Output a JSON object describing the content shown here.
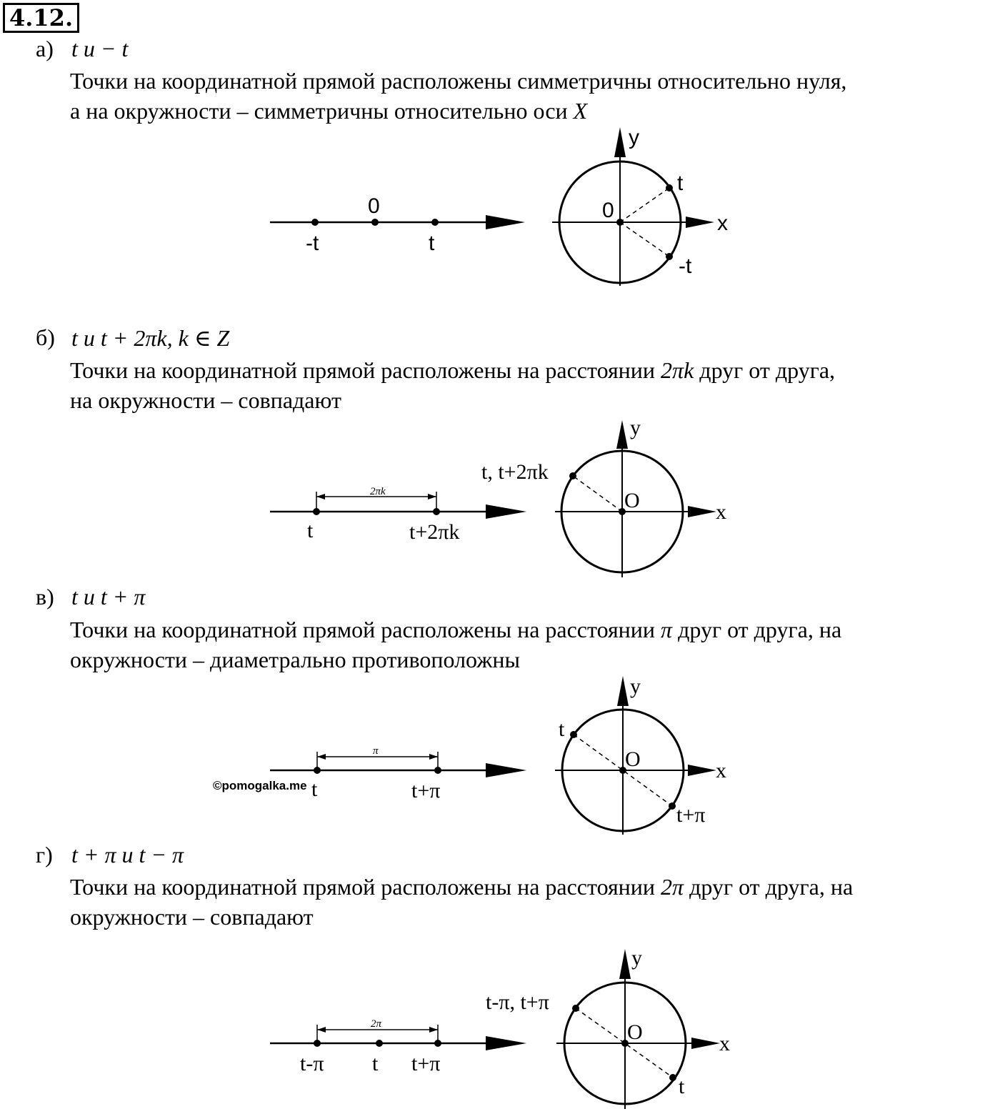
{
  "problem_number": "4.12.",
  "items": [
    {
      "label": "а)",
      "expr": "t и − t",
      "line1": "Точки на координатной прямой расположены симметричны относительно нуля,",
      "line2_pre": "а на окружности – симметричны относительно оси ",
      "line2_var": "X",
      "fig": {
        "line_labels": [
          "-t",
          "0",
          "t"
        ],
        "circle_labels": {
          "y": "y",
          "x": "x",
          "o": "0",
          "p1": "t",
          "p2": "-t"
        }
      }
    },
    {
      "label": "б)",
      "expr": "t и t + 2πk, k ∈ Z",
      "line1_pre": "Точки на координатной прямой расположены на расстоянии ",
      "line1_var": "2πk",
      "line1_post": " друг от друга,",
      "line2": "на окружности – совпадают",
      "fig": {
        "line_labels": [
          "t",
          "t+2πk"
        ],
        "dim_label": "2πk",
        "circle_labels": {
          "y": "y",
          "x": "x",
          "o": "O",
          "p1": "t, t+2πk"
        }
      }
    },
    {
      "label": "в)",
      "expr": "t и t + π",
      "line1_pre": "Точки на координатной прямой расположены на расстоянии ",
      "line1_var": "π",
      "line1_post": " друг от друга, на",
      "line2": "окружности – диаметрально противоположны",
      "fig": {
        "line_labels": [
          "t",
          "t+π"
        ],
        "dim_label": "π",
        "circle_labels": {
          "y": "y",
          "x": "x",
          "o": "O",
          "p1": "t",
          "p2": "t+π"
        }
      }
    },
    {
      "label": "г)",
      "expr": "t + π и t − π",
      "line1_pre": "Точки на координатной прямой расположены на расстоянии ",
      "line1_var": "2π",
      "line1_post": " друг от друга, на",
      "line2": "окружности – совпадают",
      "fig": {
        "line_labels": [
          "t-π",
          "t",
          "t+π"
        ],
        "dim_label": "2π",
        "circle_labels": {
          "y": "y",
          "x": "x",
          "o": "O",
          "p1": "t-π, t+π",
          "p2": "t"
        }
      }
    }
  ],
  "watermark": "©pomogalka.me"
}
